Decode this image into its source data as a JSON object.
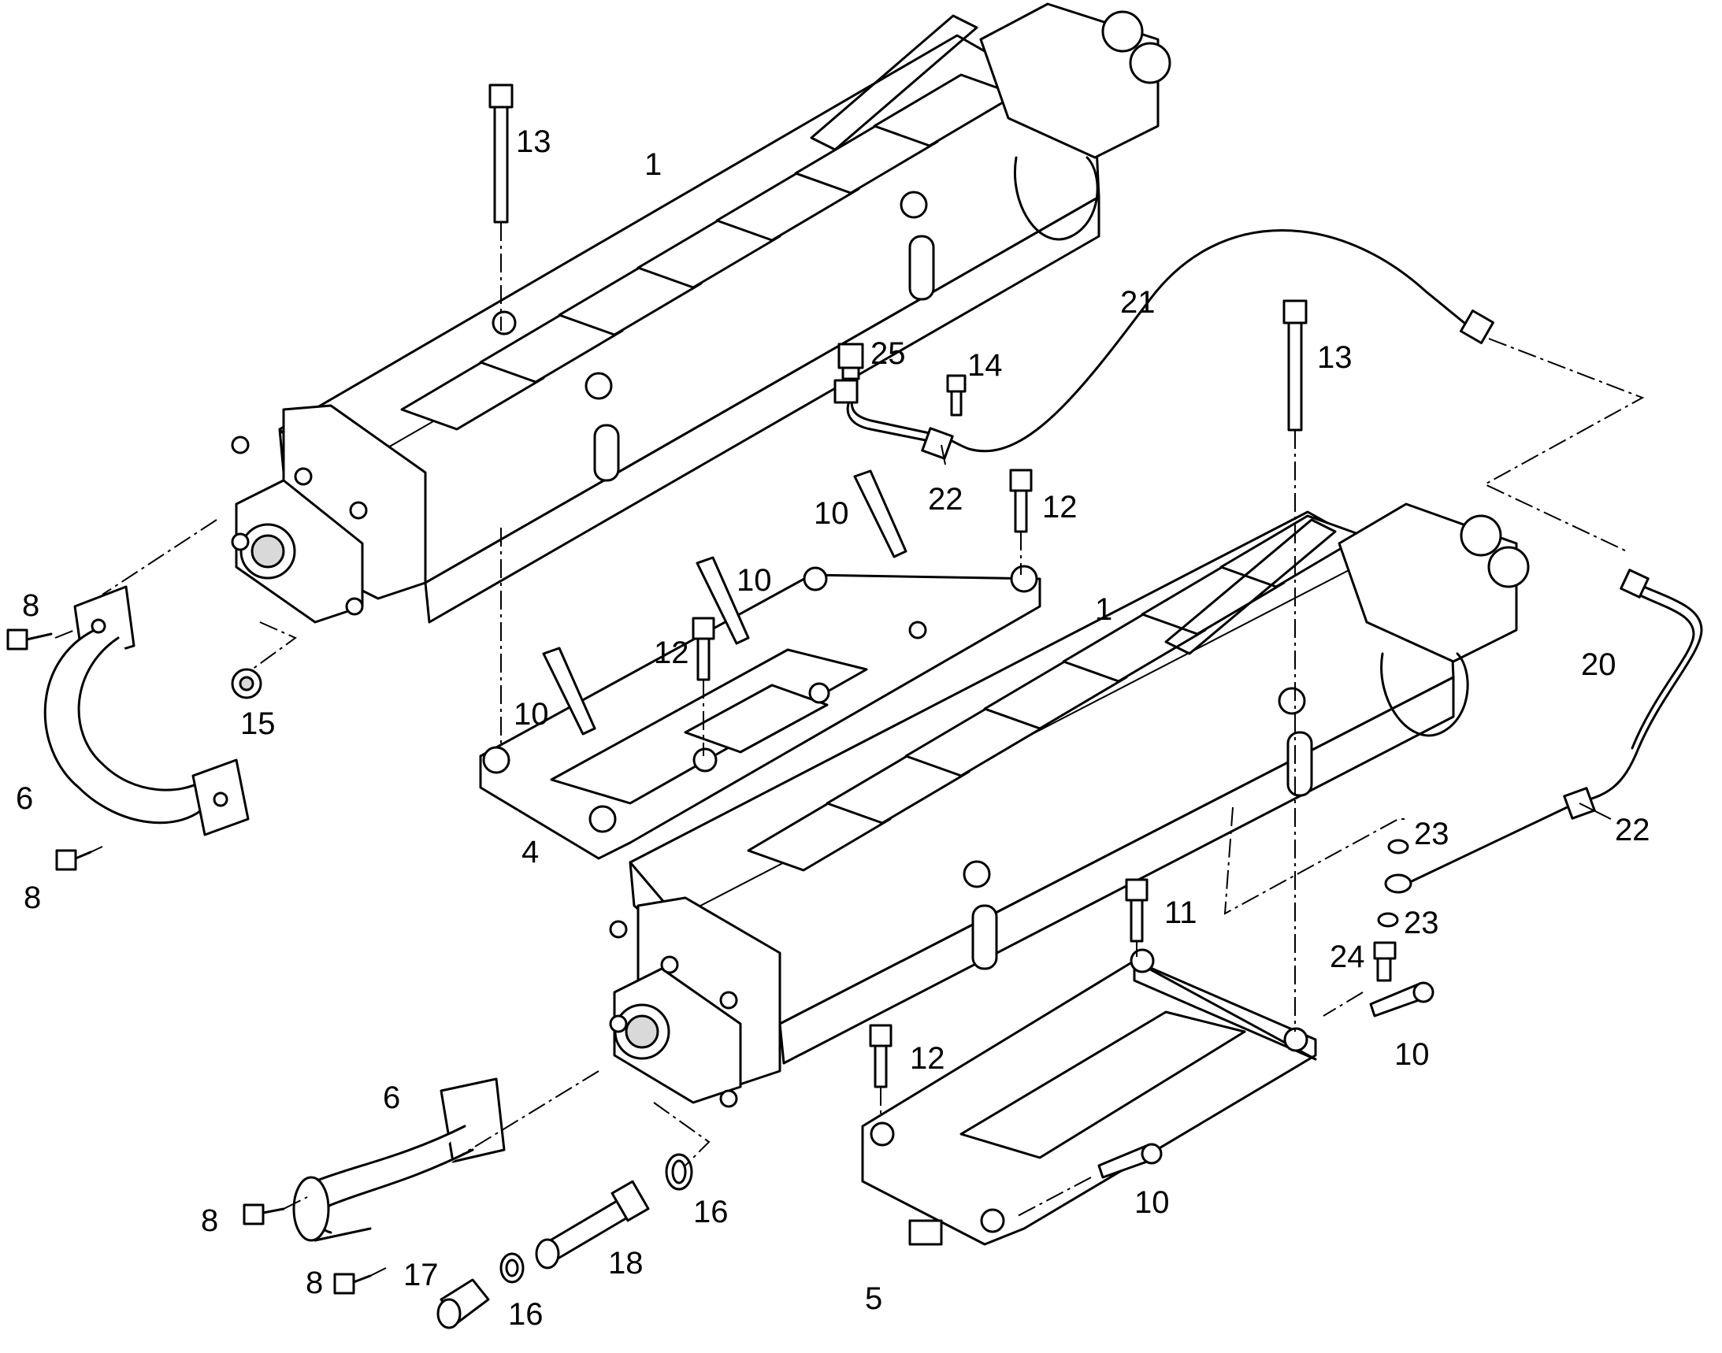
{
  "labels": {
    "cooler_top": "1",
    "cooler_bottom": "1",
    "bracket_top": "4",
    "bracket_bottom": "5",
    "hose_left": "6",
    "hose_bottom": "6",
    "bolt8_a": "8",
    "bolt8_b": "8",
    "bolt8_c": "8",
    "bolt8_d": "8",
    "bolt10_a": "10",
    "bolt10_b": "10",
    "bolt10_c": "10",
    "bolt10_d": "10",
    "bolt10_e": "10",
    "bolt11": "11",
    "bolt12_a": "12",
    "bolt12_b": "12",
    "bolt12_c": "12",
    "bolt13_a": "13",
    "bolt13_b": "13",
    "bolt14": "14",
    "plug15": "15",
    "washer16_a": "16",
    "washer16_b": "16",
    "union17": "17",
    "pipe18": "18",
    "line20": "20",
    "line21": "21",
    "clip22_a": "22",
    "clip22_b": "22",
    "seal23_a": "23",
    "seal23_b": "23",
    "banjo24": "24",
    "adapter25": "25"
  }
}
